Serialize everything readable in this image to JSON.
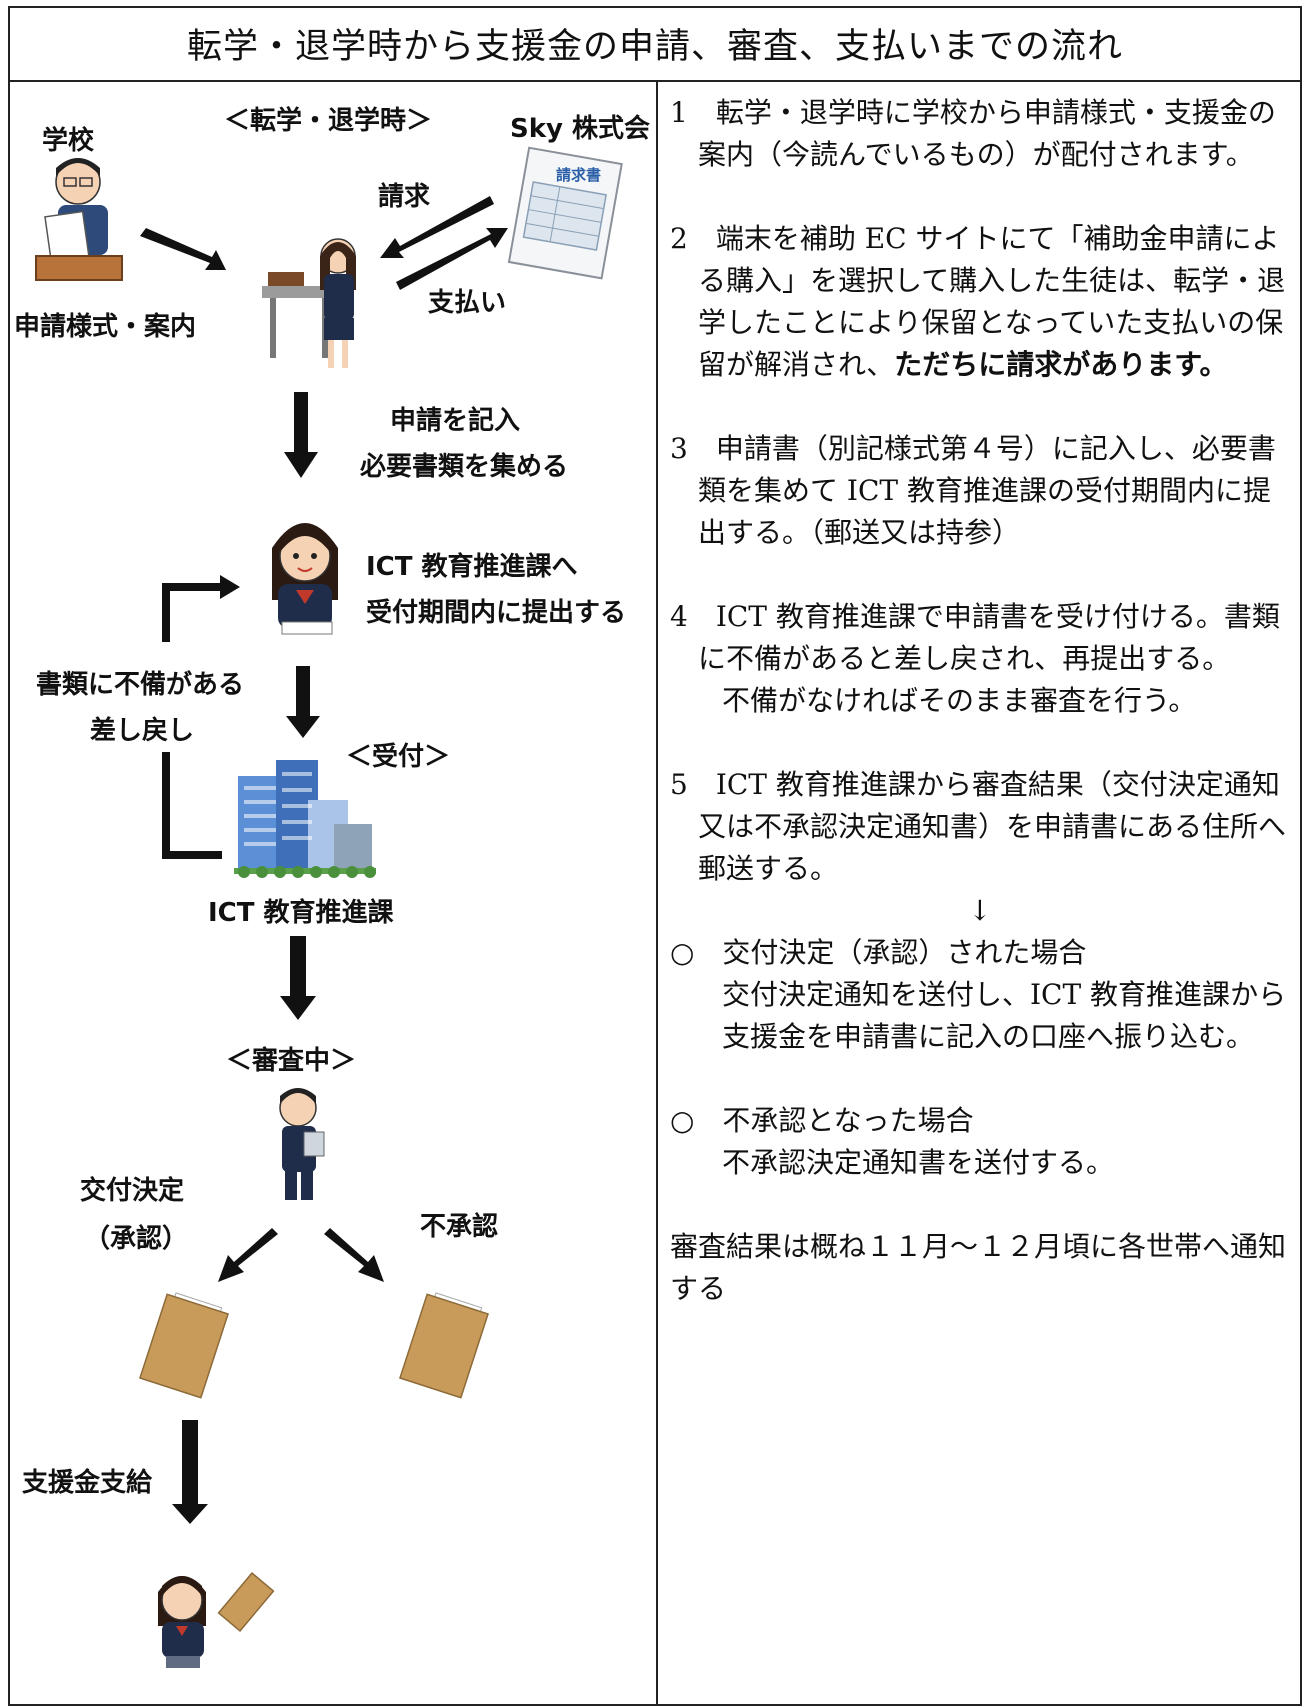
{
  "title": "転学・退学時から支援金の申請、審査、支払いまでの流れ",
  "flow": {
    "header_transfer": "＜転学・退学時＞",
    "school": "学校",
    "sky": "Sky 株式会",
    "invoice_doc": "請求書",
    "billing": "請求",
    "payment": "支払い",
    "form_guide": "申請様式・案内",
    "fill_app_1": "申請を記入",
    "fill_app_2": "必要書類を集める",
    "submit_1": "ICT 教育推進課へ",
    "submit_2": "受付期間内に提出する",
    "defect_1": "書類に不備がある",
    "defect_2": "差し戻し",
    "reception": "＜受付＞",
    "office": "ICT 教育推進課",
    "reviewing": "＜審査中＞",
    "approved_1": "交付決定",
    "approved_2": "（承認）",
    "rejected": "不承認",
    "payout": "支援金支給"
  },
  "steps": {
    "s1": "1　転学・退学時に学校から申請様式・支援金の案内（今読んでいるもの）が配付されます。",
    "s2_a": "2　端末を補助 EC サイトにて「補助金申請による購入」を選択して購入した生徒は、転学・退学したことにより保留となっていた支払いの保留が解消され、",
    "s2_b": "ただちに請求があります。",
    "s3": "3　申請書（別記様式第４号）に記入し、必要書類を集めて ICT 教育推進課の受付期間内に提出する。（郵送又は持参）",
    "s4": "4　ICT 教育推進課で申請書を受け付ける。書類に不備があると差し戻され、再提出する。",
    "s4_b": "不備がなければそのまま審査を行う。",
    "s5": "5　ICT 教育推進課から審査結果（交付決定通知又は不承認決定通知書）を申請書にある住所へ郵送する。",
    "arrow": "↓",
    "approved_head": "○　交付決定（承認）された場合",
    "approved_body": "交付決定通知を送付し、ICT 教育推進課から支援金を申請書に記入の口座へ振り込む。",
    "rejected_head": "○　不承認となった場合",
    "rejected_body": "不承認決定通知書を送付する。",
    "result_note": "審査結果は概ね１１月～１２月頃に各世帯へ通知する"
  }
}
